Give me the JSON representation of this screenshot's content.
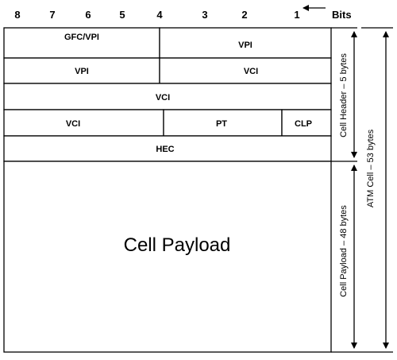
{
  "bits": {
    "numbers": [
      "8",
      "7",
      "6",
      "5",
      "4",
      "3",
      "2",
      "1"
    ],
    "label": "Bits"
  },
  "header": {
    "rows": [
      [
        {
          "label": "GFC/VPI"
        },
        {
          "label": "VPI"
        }
      ],
      [
        {
          "label": "VPI"
        },
        {
          "label": "VCI"
        }
      ],
      [
        {
          "label": "VCI"
        }
      ],
      [
        {
          "label": "VCI"
        },
        {
          "label": "PT"
        },
        {
          "label": "CLP"
        }
      ],
      [
        {
          "label": "HEC"
        }
      ]
    ]
  },
  "payload": {
    "label": "Cell Payload"
  },
  "dimensions": {
    "header_label": "Cell Header – 5 bytes",
    "payload_label": "Cell Payload – 48 bytes",
    "cell_label": "ATM Cell – 53 bytes"
  }
}
